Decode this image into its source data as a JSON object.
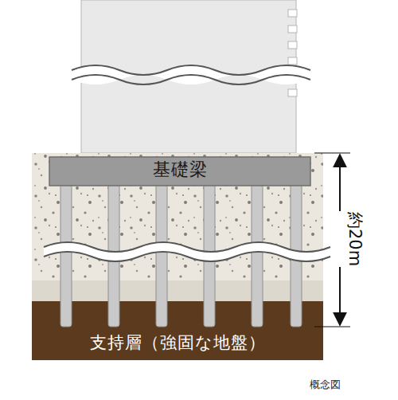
{
  "diagram": {
    "caption": "概念図",
    "nodes": [
      {
        "text": [
          "基礎梁"
        ]
      },
      {
        "text": [
          "支持層（強固な地盤）"
        ]
      }
    ],
    "labels": [
      "約20m"
    ]
  }
}
